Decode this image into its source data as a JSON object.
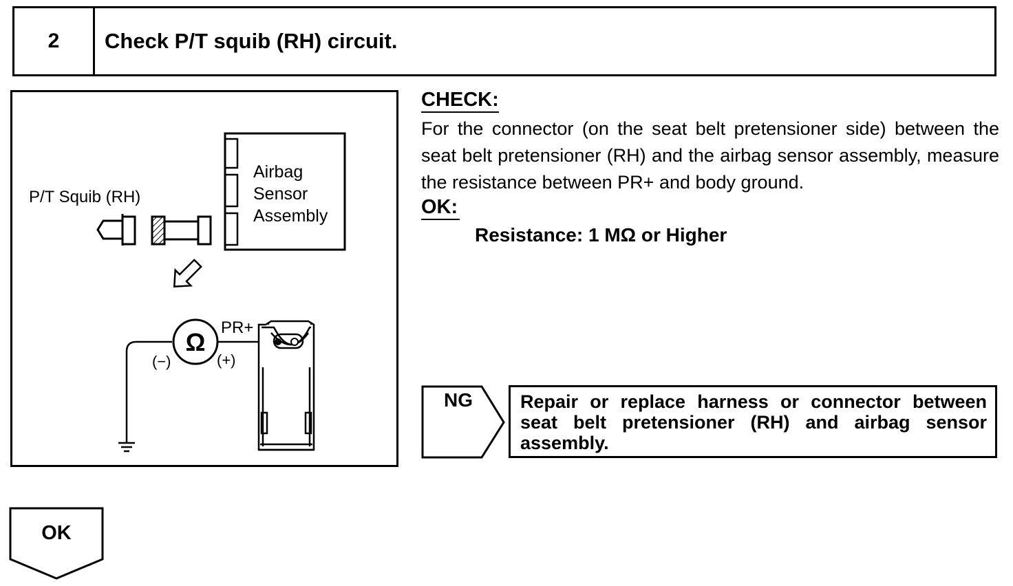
{
  "step": {
    "number": "2",
    "title": "Check P/T squib (RH) circuit."
  },
  "diagram": {
    "squib_label": "P/T Squib (RH)",
    "sensor_label_lines": [
      "Airbag",
      "Sensor",
      "Assembly"
    ],
    "terminal_label": "PR+",
    "meter_symbol": "Ω",
    "negative_lead": "(−)",
    "positive_lead": "(+)"
  },
  "check": {
    "heading": "CHECK:",
    "instruction": "For the connector (on the seat belt pretensioner side) between the seat belt pretensioner (RH) and the airbag sensor assembly, measure the resistance between PR+ and body ground."
  },
  "ok_criteria": {
    "heading": "OK:",
    "spec": "Resistance: 1 MΩ or Higher"
  },
  "ng_branch": {
    "label": "NG",
    "action": "Repair or replace harness or connector between seat belt pretensioner (RH) and airbag sensor assembly."
  },
  "ok_branch": {
    "label": "OK"
  }
}
